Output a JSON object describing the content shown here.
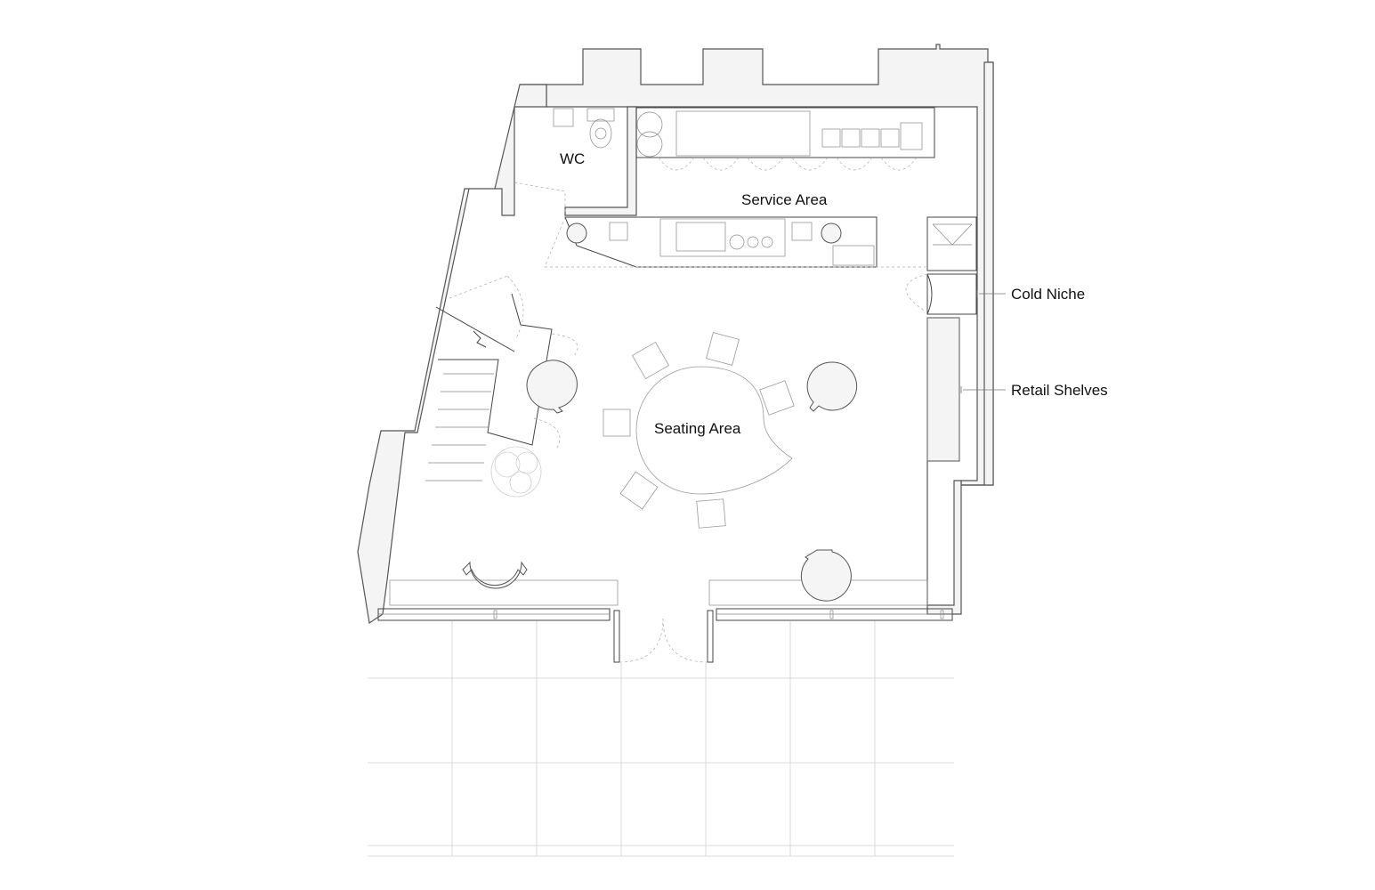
{
  "rooms": {
    "wc": "WC",
    "service": "Service Area",
    "seating": "Seating Area"
  },
  "callouts": {
    "cold_niche": "Cold Niche",
    "retail_shelves": "Retail Shelves"
  },
  "colors": {
    "wall_fill": "#f4f4f4",
    "line": "#444444",
    "background": "#ffffff"
  }
}
